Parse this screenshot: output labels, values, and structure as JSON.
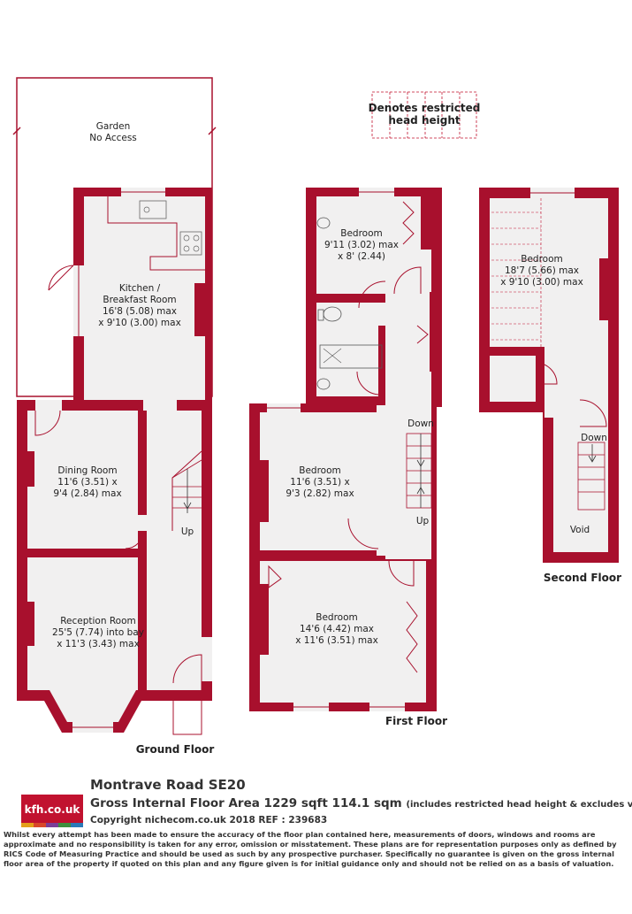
{
  "legend": {
    "line1": "Denotes restricted",
    "line2": "head height"
  },
  "ground_floor": {
    "name": "Ground Floor",
    "garden": {
      "line1": "Garden",
      "line2": "No Access"
    },
    "kitchen": {
      "line1": "Kitchen /",
      "line2": "Breakfast Room",
      "line3": "16'8 (5.08) max",
      "line4": "x 9'10 (3.00) max"
    },
    "dining": {
      "line1": "Dining Room",
      "line2": "11'6 (3.51) x",
      "line3": "9'4 (2.84) max"
    },
    "reception": {
      "line1": "Reception Room",
      "line2": "25'5 (7.74) into bay",
      "line3": "x 11'3 (3.43) max"
    },
    "stair_label": "Up"
  },
  "first_floor": {
    "name": "First Floor",
    "bedroom_rear": {
      "line1": "Bedroom",
      "line2": "9'11 (3.02) max",
      "line3": "x 8' (2.44)"
    },
    "bedroom_middle": {
      "line1": "Bedroom",
      "line2": "11'6 (3.51) x",
      "line3": "9'3 (2.82) max"
    },
    "bedroom_front": {
      "line1": "Bedroom",
      "line2": "14'6 (4.42) max",
      "line3": "x 11'6 (3.51) max"
    },
    "stair_down": "Down",
    "stair_up": "Up"
  },
  "second_floor": {
    "name": "Second Floor",
    "bedroom": {
      "line1": "Bedroom",
      "line2": "18'7 (5.66) max",
      "line3": "x 9'10 (3.00) max"
    },
    "stair_down": "Down",
    "void": "Void"
  },
  "footer": {
    "logo": "kfh.co.uk",
    "logo_colors": [
      "#e4a01b",
      "#d9482b",
      "#7b3f98",
      "#3f8f3e",
      "#2a7ab8"
    ],
    "address": "Montrave Road  SE20",
    "gia": "Gross Internal Floor Area 1229 sqft 114.1 sqm",
    "gia_note": "(includes restricted head height & excludes void)",
    "copyright": "Copyright nichecom.co.uk 2018 REF : 239683",
    "disclaimer": "Whilst every attempt has been made to ensure the accuracy of the floor plan contained here, measurements of doors, windows and rooms are approximate and no responsibility is taken for any error, omission or misstatement.  These plans are for representation purposes only as defined by RICS Code of Measuring Practice and should be used as such by any prospective purchaser.  Specifically no guarantee is given on the gross internal floor area of the property if quoted on this plan and any figure given is for initial guidance only and should not be relied on as a basis of valuation."
  }
}
